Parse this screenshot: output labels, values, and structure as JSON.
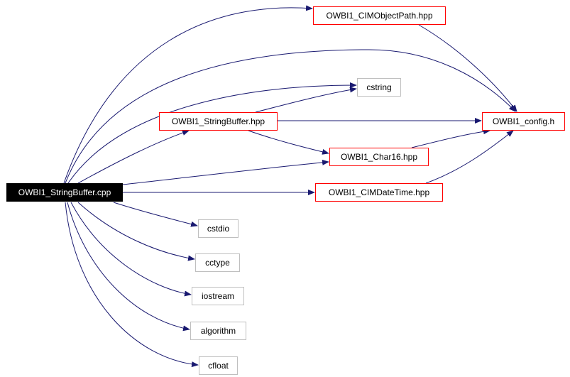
{
  "colors": {
    "edge": "#191970",
    "root_fill": "#000000",
    "root_text": "#ffffff",
    "documented_border": "#ff0000",
    "external_border": "#bfbfbf"
  },
  "nodes": {
    "root": {
      "label": "OWBI1_StringBuffer.cpp"
    },
    "cimobjectpath": {
      "label": "OWBI1_CIMObjectPath.hpp"
    },
    "cstring": {
      "label": "cstring"
    },
    "stringbuffer_hpp": {
      "label": "OWBI1_StringBuffer.hpp"
    },
    "config": {
      "label": "OWBI1_config.h"
    },
    "char16": {
      "label": "OWBI1_Char16.hpp"
    },
    "cimdatetime": {
      "label": "OWBI1_CIMDateTime.hpp"
    },
    "cstdio": {
      "label": "cstdio"
    },
    "cctype": {
      "label": "cctype"
    },
    "iostream": {
      "label": "iostream"
    },
    "algorithm": {
      "label": "algorithm"
    },
    "cfloat": {
      "label": "cfloat"
    }
  }
}
